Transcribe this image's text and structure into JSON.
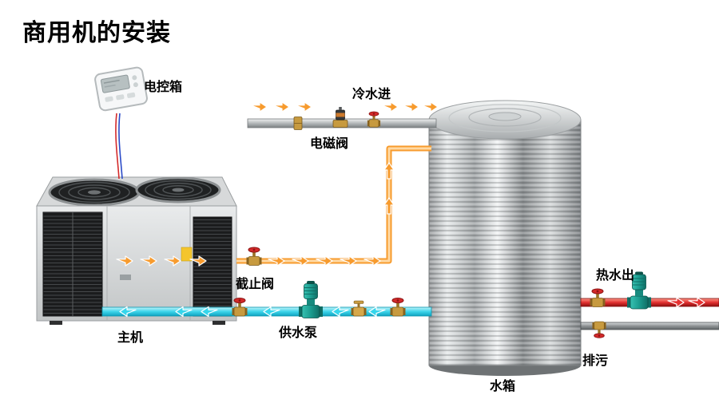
{
  "title": "商用机的安装",
  "labels": {
    "control_box": "电控箱",
    "cold_water_in": "冷水进",
    "solenoid_valve": "电磁阀",
    "stop_valve": "截止阀",
    "supply_pump": "供水泵",
    "main_unit": "主机",
    "water_tank": "水箱",
    "hot_water_out": "热水出",
    "drain": "排污"
  },
  "flows": {
    "hot_flow_arrow_color": "#f79b2e",
    "cold_flow_arrow_color": "#35d6ec",
    "hot_pipe_color": "#e23030",
    "cold_pipe_color": "#2fd0e8",
    "pump_color": "#1b9c8f",
    "valve_wheel_color": "#d42a2a",
    "valve_body_color": "#c79a3f"
  }
}
